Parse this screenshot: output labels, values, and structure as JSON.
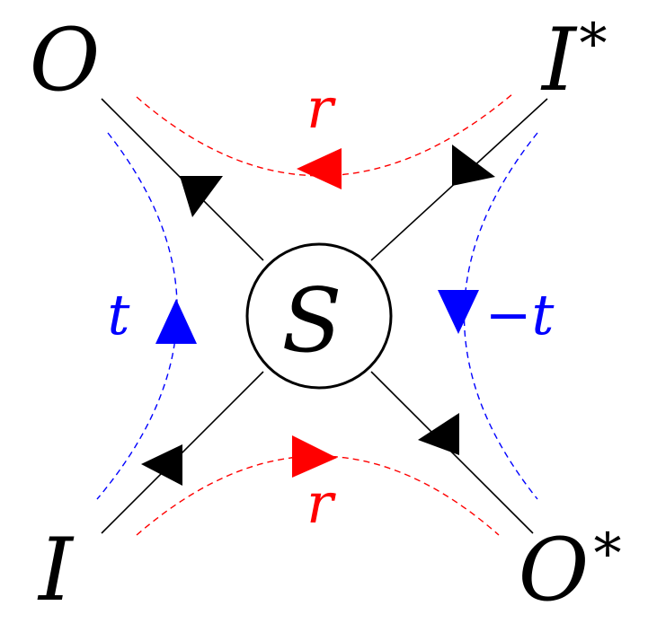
{
  "diagram": {
    "center_label": "S",
    "ports": {
      "top_left": "O",
      "top_right": "I",
      "top_right_sup": "*",
      "bottom_left": "I",
      "bottom_right": "O",
      "bottom_right_sup": "*"
    },
    "coefficients": {
      "top": "r",
      "bottom": "r",
      "left": "t",
      "right": "−t"
    },
    "colors": {
      "line": "#000000",
      "reflection": "#ff0000",
      "transmission": "#0000ff"
    }
  }
}
